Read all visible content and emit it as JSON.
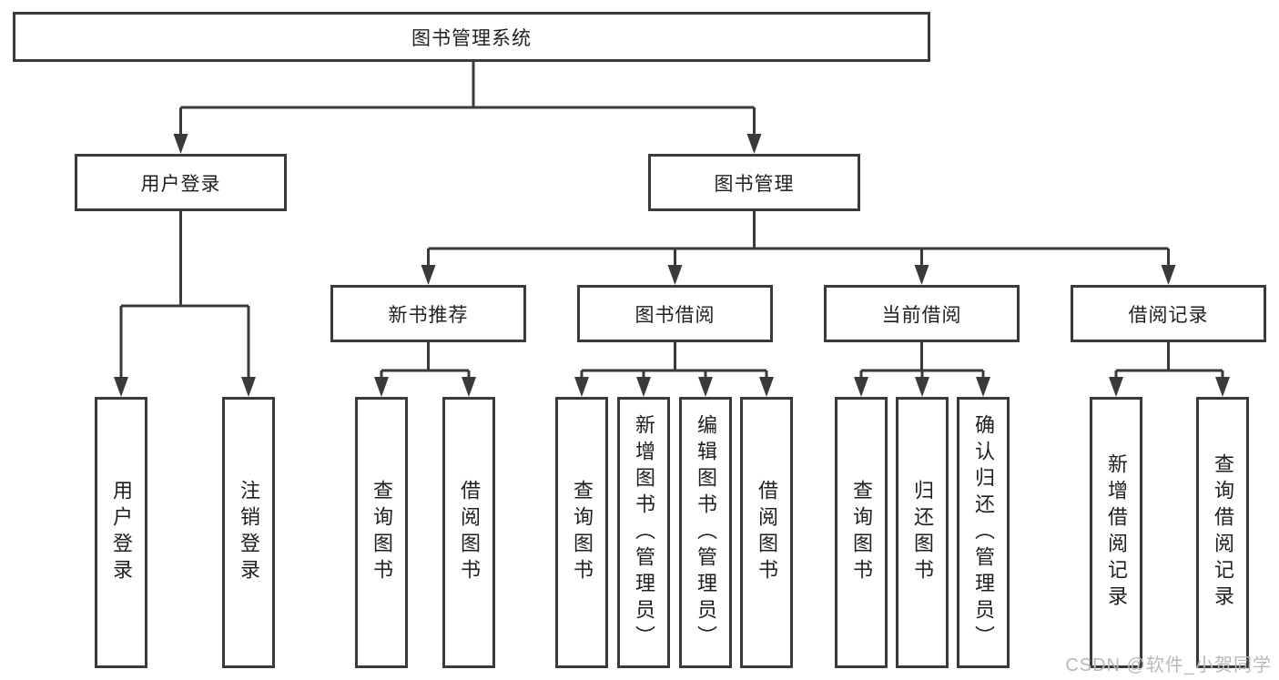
{
  "colors": {
    "line": "#3a3a3a",
    "text": "#1f1f1f",
    "watermark": "#b9b9b9",
    "background": "#ffffff"
  },
  "watermark": "CSDN @软件_小贺同学",
  "tree": {
    "root": "图书管理系统",
    "branches": [
      {
        "label": "用户登录",
        "children": [
          "用户登录",
          "注销登录"
        ]
      },
      {
        "label": "图书管理",
        "children": [
          {
            "label": "新书推荐",
            "children": [
              "查询图书",
              "借阅图书"
            ]
          },
          {
            "label": "图书借阅",
            "children": [
              "查询图书",
              "新增图书（管理员）",
              "编辑图书（管理员）",
              "借阅图书"
            ]
          },
          {
            "label": "当前借阅",
            "children": [
              "查询图书",
              "归还图书",
              "确认归还（管理员）"
            ]
          },
          {
            "label": "借阅记录",
            "children": [
              "新增借阅记录",
              "查询借阅记录"
            ]
          }
        ]
      }
    ]
  }
}
